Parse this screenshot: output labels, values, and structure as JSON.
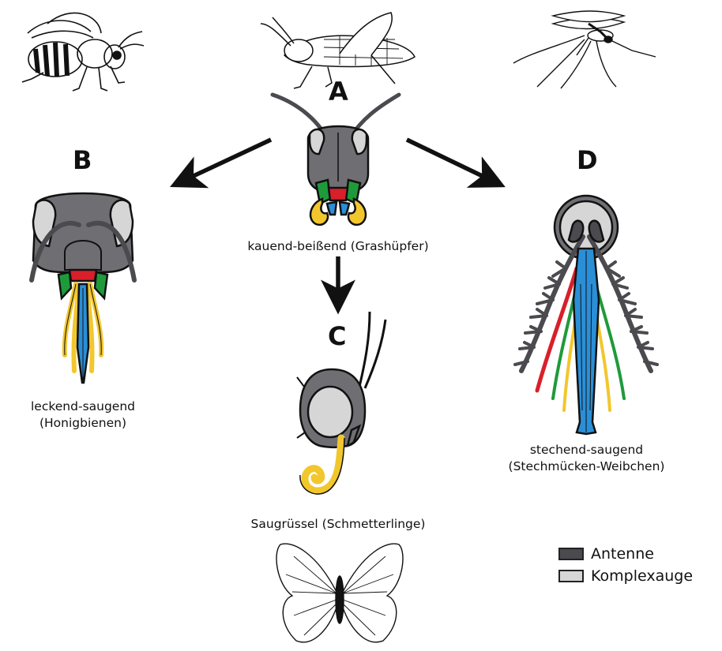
{
  "labels": {
    "a": "A",
    "b": "B",
    "c": "C",
    "d": "D"
  },
  "captions": {
    "a": "kauend-beißend (Grashüpfer)",
    "b_line1": "leckend-saugend",
    "b_line2": "(Honigbienen)",
    "c": "Saugrüssel (Schmetterlinge)",
    "d_line1": "stechend-saugend",
    "d_line2": "(Stechmücken-Weibchen)"
  },
  "legend": [
    {
      "label": "Antenne",
      "color": "#4a4a4f"
    },
    {
      "label": "Komplexauge",
      "color": "#d6d6d6"
    }
  ],
  "colors": {
    "head": "#6f6f73",
    "antenna": "#4a4a4f",
    "eye": "#d6d6d6",
    "labrum": "#d8202a",
    "mandible": "#1f9a3a",
    "maxilla": "#f2c72d",
    "labium": "#2a8fd6",
    "outline": "#111111"
  }
}
